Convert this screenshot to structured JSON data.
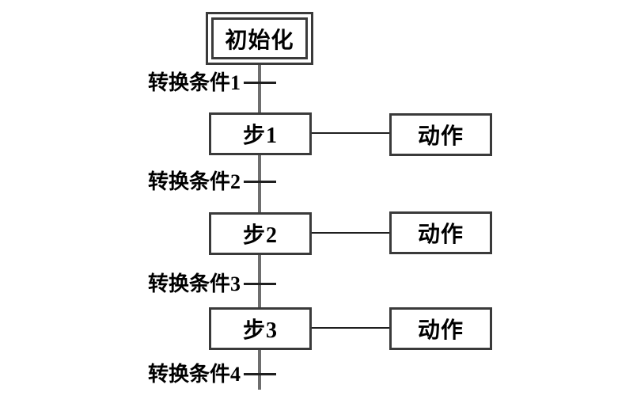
{
  "diagram": {
    "title": "sequential-function-chart",
    "init": {
      "label": "初始化"
    },
    "steps": [
      {
        "label": "步1",
        "action": "动作"
      },
      {
        "label": "步2",
        "action": "动作"
      },
      {
        "label": "步3",
        "action": "动作"
      }
    ],
    "transitions": [
      {
        "label": "转换条件1"
      },
      {
        "label": "转换条件2"
      },
      {
        "label": "转换条件3"
      },
      {
        "label": "转换条件4"
      }
    ],
    "colors": {
      "background": "#ffffff",
      "line": "#6e6e6e",
      "border": "#3a3a3a",
      "crossbar": "#1f1f1f",
      "text": "#000000"
    }
  }
}
